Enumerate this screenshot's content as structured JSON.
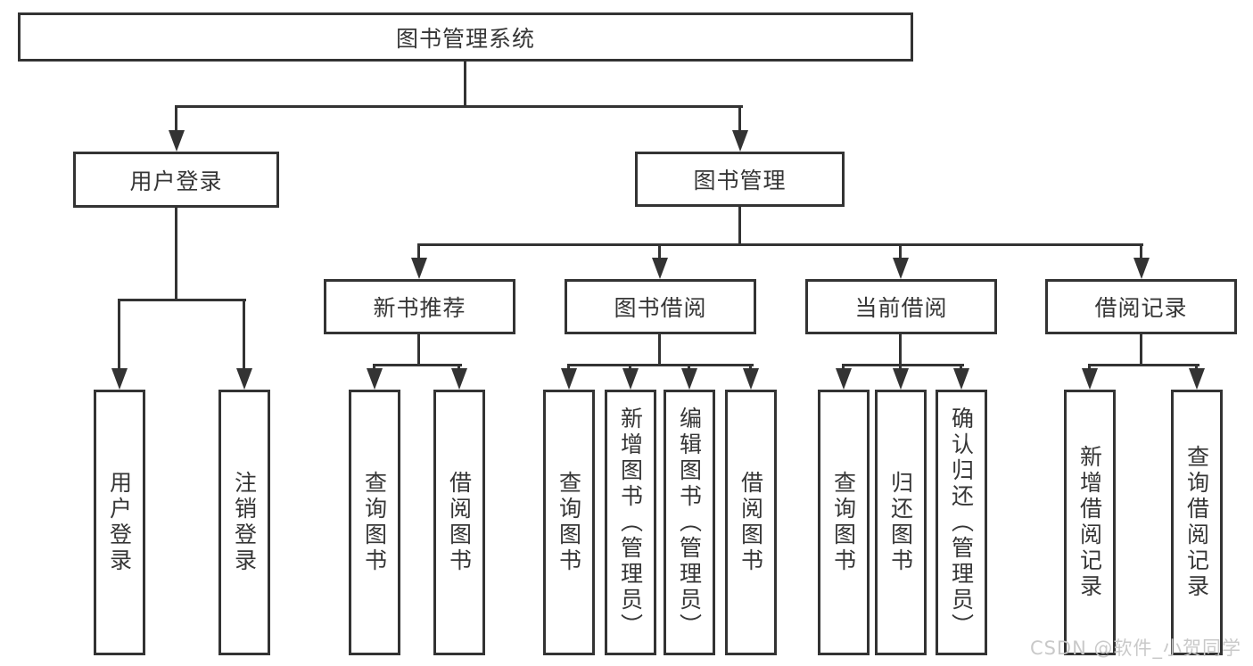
{
  "nodes": {
    "root": "图书管理系统",
    "user_login": "用户登录",
    "book_mgmt": "图书管理",
    "new_book_rec": "新书推荐",
    "book_borrow": "图书借阅",
    "current_borrow": "当前借阅",
    "borrow_record": "借阅记录",
    "ul_login": "用户登录",
    "ul_logout": "注销登录",
    "nb_query_book": "查询图书",
    "nb_borrow_book": "借阅图书",
    "bb_query_book": "查询图书",
    "bb_add_book": "新增图书（管理员）",
    "bb_edit_book": "编辑图书（管理员）",
    "bb_borrow_book": "借阅图书",
    "cb_query_book": "查询图书",
    "cb_return_book": "归还图书",
    "cb_confirm_return": "确认归还（管理员）",
    "br_add_record": "新增借阅记录",
    "br_query_record": "查询借阅记录"
  },
  "hierarchy": {
    "图书管理系统": [
      "用户登录",
      "图书管理"
    ],
    "用户登录": [
      "用户登录",
      "注销登录"
    ],
    "图书管理": [
      "新书推荐",
      "图书借阅",
      "当前借阅",
      "借阅记录"
    ],
    "新书推荐": [
      "查询图书",
      "借阅图书"
    ],
    "图书借阅": [
      "查询图书",
      "新增图书（管理员）",
      "编辑图书（管理员）",
      "借阅图书"
    ],
    "当前借阅": [
      "查询图书",
      "归还图书",
      "确认归还（管理员）"
    ],
    "借阅记录": [
      "新增借阅记录",
      "查询借阅记录"
    ]
  },
  "watermark": "CSDN @软件_小贺同学",
  "colors": {
    "line": "#333333",
    "text": "#363636",
    "watermark": "#c9c9c9",
    "background": "#ffffff"
  }
}
